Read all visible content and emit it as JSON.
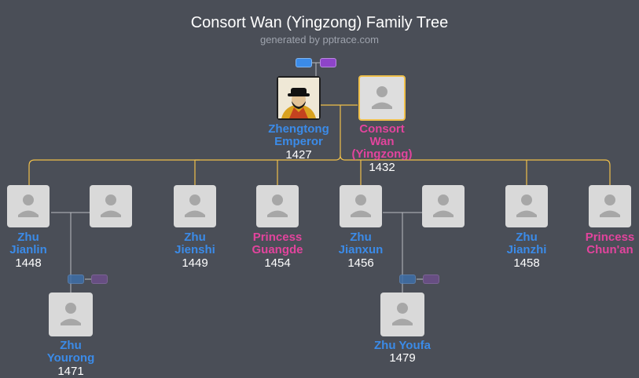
{
  "header": {
    "title": "Consort Wan (Yingzong) Family Tree",
    "subtitle": "generated by pptrace.com"
  },
  "colors": {
    "background": "#4a4e57",
    "male": "#3b8be8",
    "female": "#e2449d",
    "connector_gold": "#f0c04a",
    "connector_gray": "#b9bcc2"
  },
  "people": {
    "zhengtong": {
      "name_lines": [
        "Zhengtong",
        "Emperor"
      ],
      "year": "1427",
      "gender": "male",
      "icon": "portrait-icon"
    },
    "consort_wan": {
      "name_lines": [
        "Consort",
        "Wan",
        "(Yingzong)"
      ],
      "year": "1432",
      "gender": "female",
      "icon": "person-silhouette-icon"
    },
    "zhu_jianlin": {
      "name_lines": [
        "Zhu",
        "Jianlin"
      ],
      "year": "1448",
      "gender": "male",
      "icon": "person-silhouette-icon"
    },
    "zhu_jianlin_spouse": {
      "name_lines": [],
      "year": "",
      "icon": "person-silhouette-icon"
    },
    "zhu_jienshi": {
      "name_lines": [
        "Zhu",
        "Jienshi"
      ],
      "year": "1449",
      "gender": "male",
      "icon": "person-silhouette-icon"
    },
    "princess_guangde": {
      "name_lines": [
        "Princess",
        "Guangde"
      ],
      "year": "1454",
      "gender": "female",
      "icon": "person-silhouette-icon"
    },
    "zhu_jianxun": {
      "name_lines": [
        "Zhu",
        "Jianxun"
      ],
      "year": "1456",
      "gender": "male",
      "icon": "person-silhouette-icon"
    },
    "zhu_jianxun_spouse": {
      "name_lines": [],
      "year": "",
      "icon": "person-silhouette-icon"
    },
    "zhu_jianzhi": {
      "name_lines": [
        "Zhu",
        "Jianzhi"
      ],
      "year": "1458",
      "gender": "male",
      "icon": "person-silhouette-icon"
    },
    "princess_chunan": {
      "name_lines": [
        "Princess",
        "Chun'an"
      ],
      "year": "",
      "gender": "female",
      "icon": "person-silhouette-icon"
    },
    "zhu_yourong": {
      "name_lines": [
        "Zhu",
        "Yourong"
      ],
      "year": "1471",
      "gender": "male",
      "icon": "person-silhouette-icon"
    },
    "zhu_youfa": {
      "name_lines": [
        "Zhu Youfa"
      ],
      "year": "1479",
      "gender": "male",
      "icon": "person-silhouette-icon"
    }
  },
  "controls": {
    "expand_toggle_icon": "expand-toggle-icon"
  }
}
